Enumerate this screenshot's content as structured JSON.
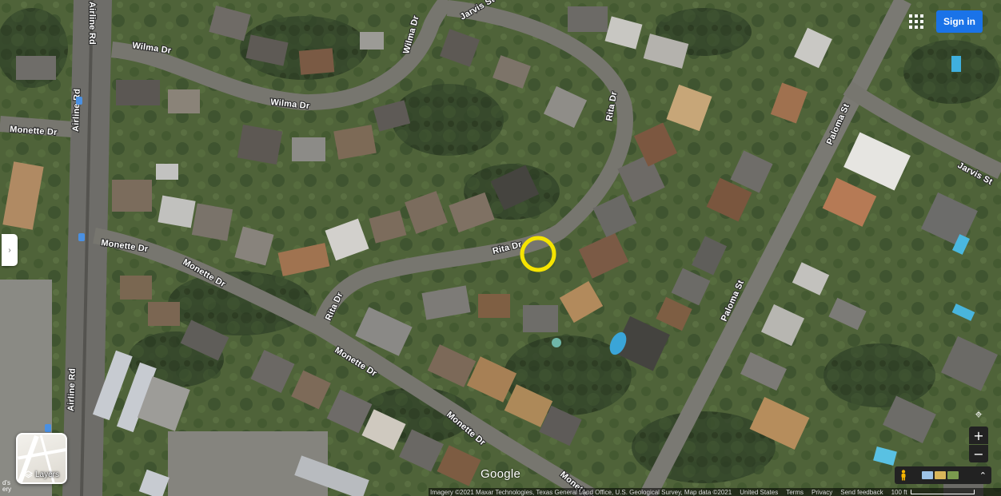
{
  "map": {
    "type": "satellite",
    "roads": {
      "airline_rd_top": "Airline Rd",
      "airline_rd_mid": "Airline Rd",
      "airline_rd_bottom": "Airline Rd",
      "wilma_dr_top": "Wilma Dr",
      "wilma_dr_left": "Wilma Dr",
      "wilma_dr_mid": "Wilma Dr",
      "jarvis_st_top": "Jarvis St",
      "jarvis_st_right": "Jarvis St",
      "monette_dr_1": "Monette Dr",
      "monette_dr_2": "Monette Dr",
      "monette_dr_3": "Monette Dr",
      "monette_dr_4": "Monette Dr",
      "monette_dr_5": "Monette Dr",
      "monette_dr_6": "Monette Dr",
      "rita_dr_1": "Rita Dr",
      "rita_dr_2": "Rita Dr",
      "rita_dr_3": "Rita Dr",
      "paloma_st_1": "Paloma St",
      "paloma_st_2": "Paloma St"
    },
    "marker": {
      "shape": "circle",
      "color": "#f5e400"
    }
  },
  "header": {
    "apps_icon": "apps-grid-icon",
    "sign_in_label": "Sign in",
    "sign_in_color": "#1a73e8"
  },
  "controls": {
    "collapse_icon": "chevron-right-icon",
    "layers_label": "Layers",
    "layers_icon": "layers-icon",
    "zoom_in_label": "+",
    "zoom_out_label": "−",
    "locate_icon": "my-location-icon",
    "pegman_icon": "pegman-icon",
    "expand_icon": "chevron-up-icon"
  },
  "branding": {
    "logo_text": "Google"
  },
  "footer": {
    "imagery_credit": "Imagery ©2021 Maxar Technologies, Texas General Land Office, U.S. Geological Survey, Map data ©2021",
    "country": "United States",
    "terms": "Terms",
    "privacy": "Privacy",
    "send_feedback": "Send feedback",
    "scale_label": "100 ft"
  },
  "corner_cut_text": "d's\nery"
}
